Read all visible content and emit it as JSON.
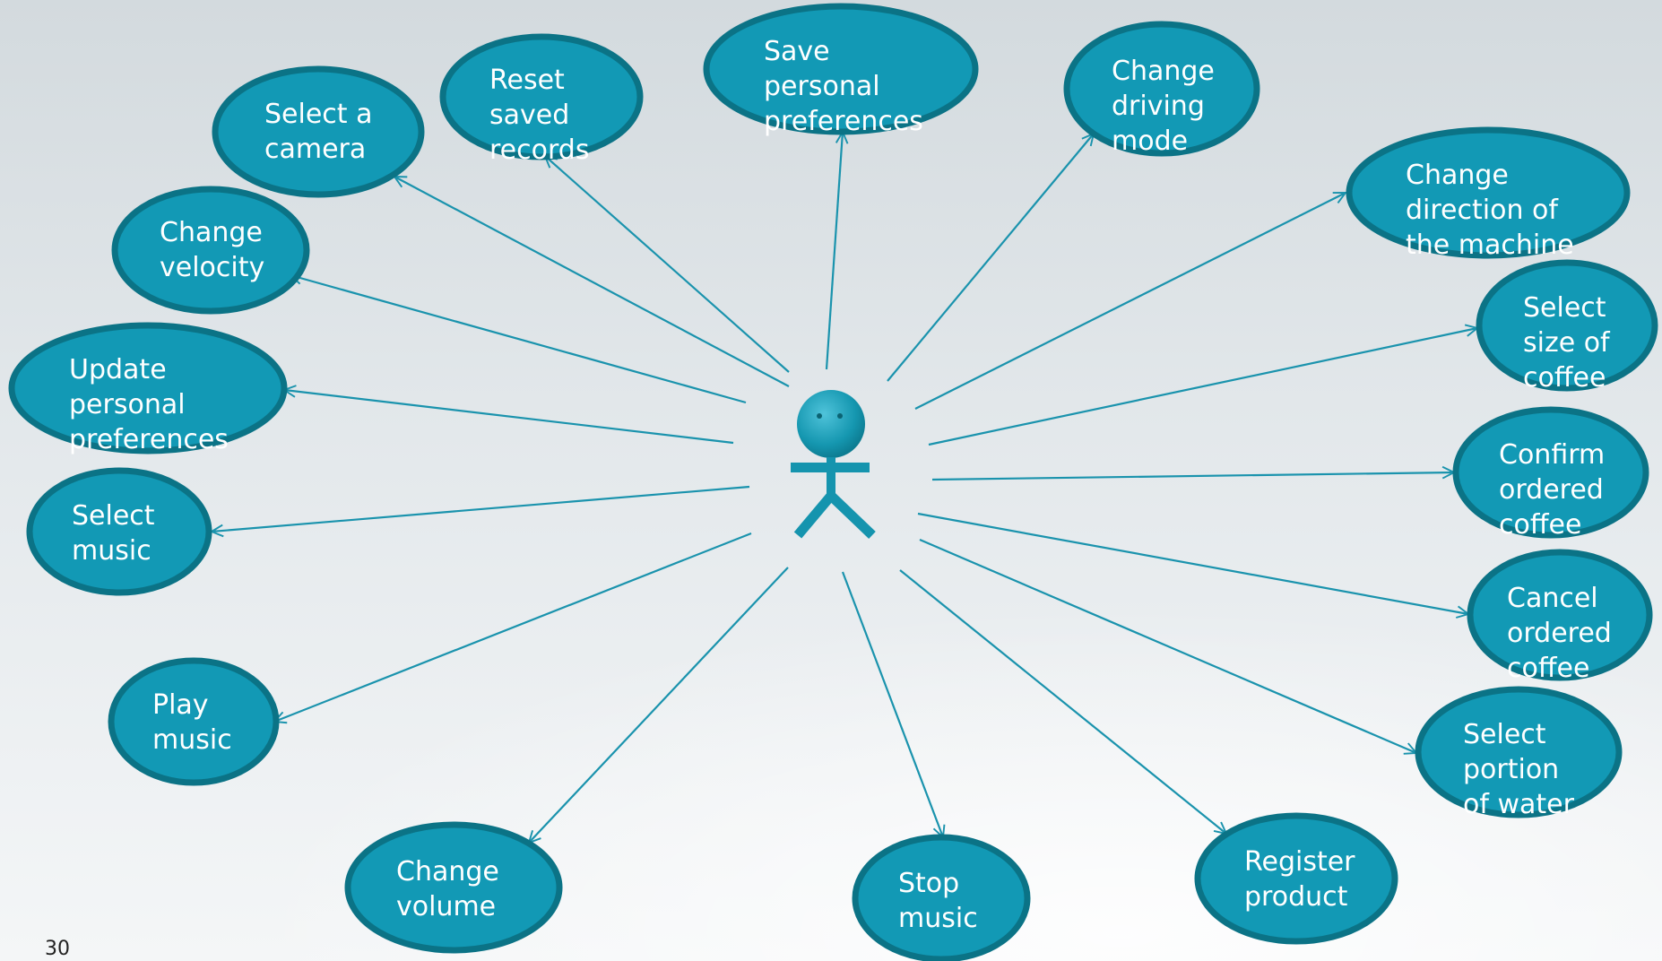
{
  "slide": {
    "page_number": "30",
    "colors": {
      "ellipse_fill": "#1299b5",
      "ellipse_stroke": "#0b7386",
      "arrow": "#1a93ad",
      "label": "#ffffff"
    }
  },
  "actor": {
    "icon": "stick-figure-actor-icon",
    "label": ""
  },
  "use_cases": [
    {
      "id": "select-a-camera",
      "lines": [
        "Select a",
        "camera"
      ]
    },
    {
      "id": "reset-saved-records",
      "lines": [
        "Reset",
        "saved",
        "records"
      ]
    },
    {
      "id": "save-personal-preferences",
      "lines": [
        "Save",
        "personal",
        "preferences"
      ]
    },
    {
      "id": "change-driving-mode",
      "lines": [
        "Change",
        "driving",
        "mode"
      ]
    },
    {
      "id": "change-direction-of-the-machine",
      "lines": [
        "Change",
        "direction of",
        "the machine"
      ]
    },
    {
      "id": "select-size-of-coffee",
      "lines": [
        "Select",
        "size of",
        "coffee"
      ]
    },
    {
      "id": "confirm-ordered-coffee",
      "lines": [
        "Confirm",
        "ordered",
        "coffee"
      ]
    },
    {
      "id": "cancel-ordered-coffee",
      "lines": [
        "Cancel",
        "ordered",
        "coffee"
      ]
    },
    {
      "id": "select-portion-of-water",
      "lines": [
        "Select",
        "portion",
        "of water"
      ]
    },
    {
      "id": "register-product",
      "lines": [
        "Register",
        "product"
      ]
    },
    {
      "id": "stop-music",
      "lines": [
        "Stop",
        "music"
      ]
    },
    {
      "id": "change-volume",
      "lines": [
        "Change",
        "volume"
      ]
    },
    {
      "id": "play-music",
      "lines": [
        "Play",
        "music"
      ]
    },
    {
      "id": "select-music",
      "lines": [
        "Select",
        "music"
      ]
    },
    {
      "id": "update-personal-preferences",
      "lines": [
        "Update",
        "personal",
        "preferences"
      ]
    },
    {
      "id": "change-velocity",
      "lines": [
        "Change",
        "velocity"
      ]
    }
  ]
}
